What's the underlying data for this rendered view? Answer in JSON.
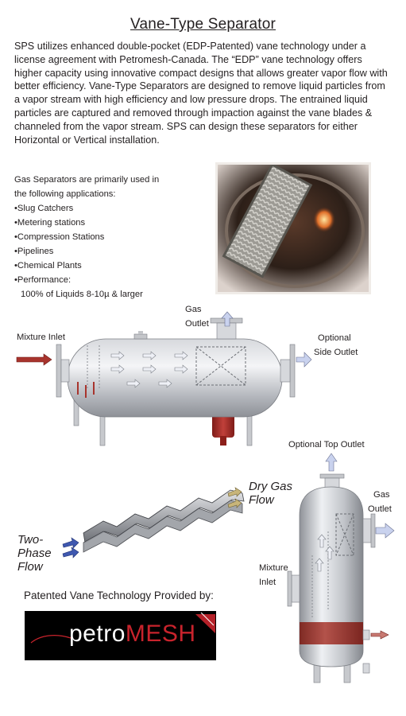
{
  "title": "Vane-Type Separator",
  "intro": "SPS utilizes enhanced double-pocket (EDP-Patented) vane technology under a license agreement with Petromesh-Canada. The “EDP” vane technology offers higher capacity using innovative compact designs that allows greater vapor flow with better efficiency. Vane-Type Separators are designed to remove liquid particles from a vapor stream with high efficiency and low pressure drops. The entrained liquid particles are captured and removed through impaction against the vane blades & channeled from the vapor stream. SPS can design these separators for either Horizontal or Vertical installation.",
  "applications": {
    "heading": "Gas Separators are primarily used in the following applications:",
    "items": [
      "Slug Catchers",
      "Metering stations",
      "Compression Stations",
      "Pipelines",
      "Chemical Plants",
      "Performance:"
    ],
    "performance": "100% of Liquids 8-10µ & larger"
  },
  "horizontal": {
    "mixture_inlet": "Mixture Inlet",
    "gas_outlet_1": "Gas",
    "gas_outlet_2": "Outlet",
    "side_outlet_1": "Optional",
    "side_outlet_2": "Side Outlet"
  },
  "vertical": {
    "top_outlet": "Optional Top Outlet",
    "gas_outlet_1": "Gas",
    "gas_outlet_2": "Outlet",
    "mixture_inlet_1": "Mixture",
    "mixture_inlet_2": "Inlet"
  },
  "vane": {
    "dry_gas_1": "Dry Gas",
    "dry_gas_2": "Flow",
    "two_phase_1": "Two-",
    "two_phase_2": "Phase",
    "two_phase_3": "Flow"
  },
  "provided_by": "Patented Vane Technology Provided by:",
  "logo": {
    "part1": "petro",
    "part2": "MESH"
  },
  "colors": {
    "liquid_red": "#a8342d",
    "arrow_blue": "#c9d2ee",
    "vessel_gray": "#b9bcc2"
  }
}
